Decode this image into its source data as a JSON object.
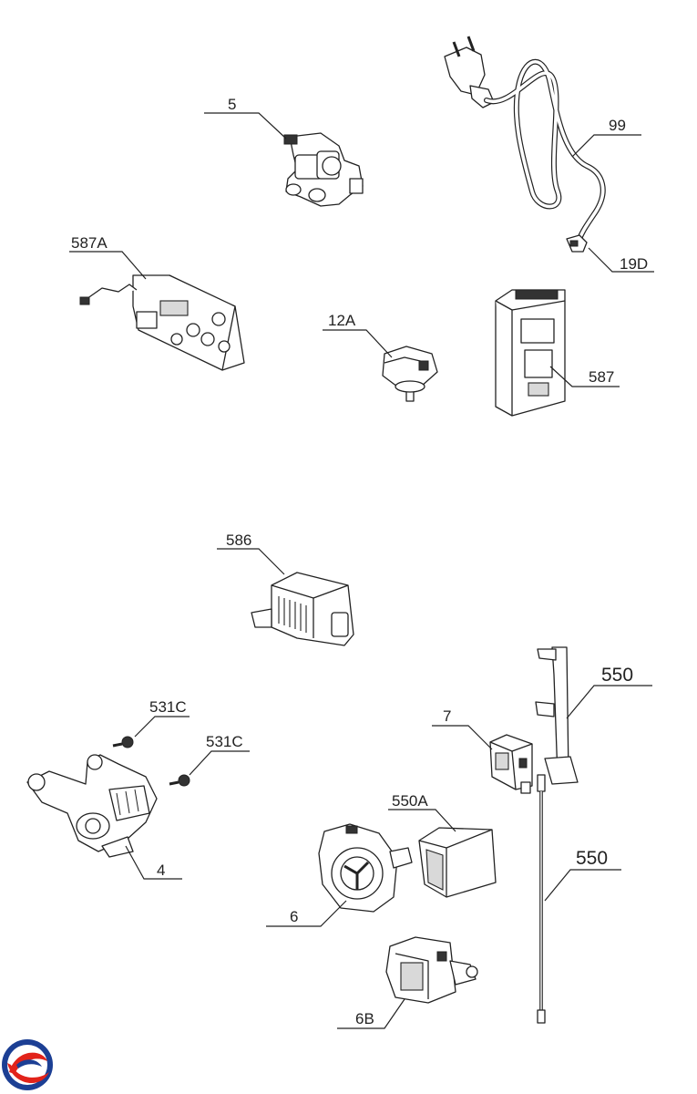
{
  "labels": {
    "p5": "5",
    "p99": "99",
    "p19D": "19D",
    "p587A": "587A",
    "p12A": "12A",
    "p587": "587",
    "p586": "586",
    "p550_top": "550",
    "p531C_a": "531C",
    "p531C_b": "531C",
    "p7": "7",
    "p550A": "550A",
    "p550_bottom": "550",
    "p4": "4",
    "p6": "6",
    "p6B": "6B"
  },
  "logo": {
    "name": "brand-logo",
    "colors": {
      "blue": "#1c3f94",
      "red": "#e2231a"
    }
  }
}
